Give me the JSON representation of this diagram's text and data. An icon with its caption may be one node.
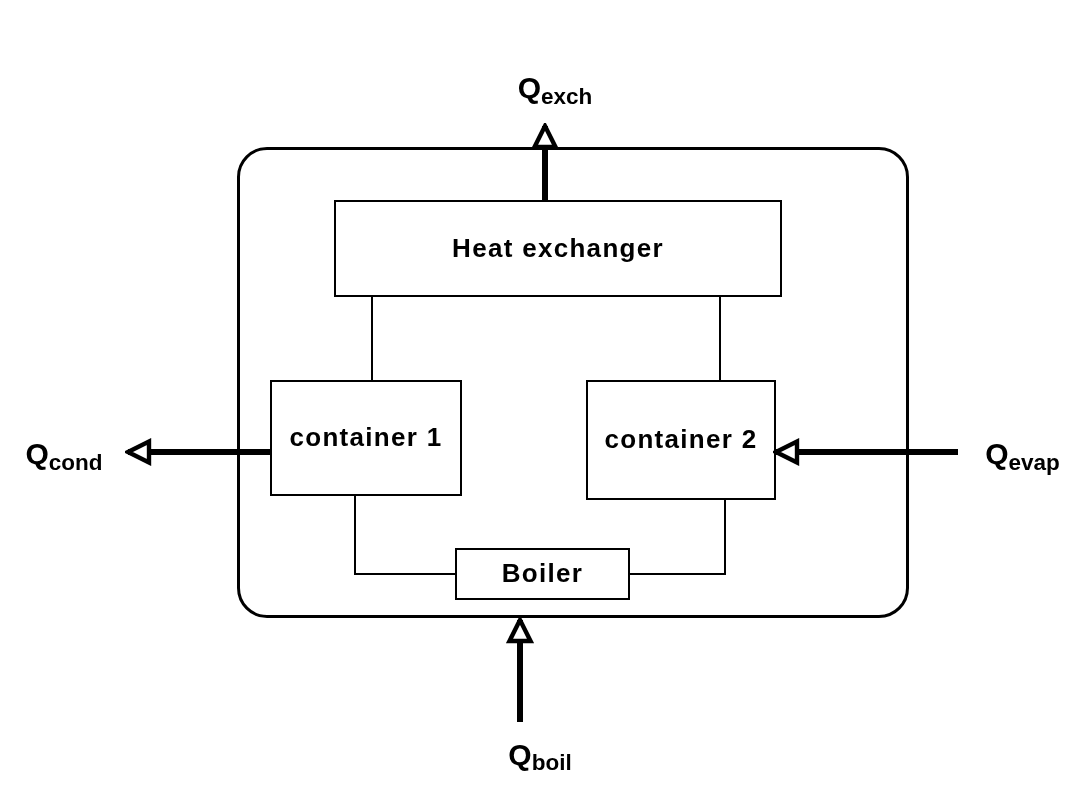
{
  "diagram": {
    "nodes": [
      {
        "text": [],
        "shape": "box"
      },
      {
        "text": [
          "Heat exchanger"
        ],
        "in": 0
      },
      {
        "text": [
          "container 1"
        ],
        "in": 0
      },
      {
        "text": [
          "container 2"
        ],
        "in": 0
      },
      {
        "text": [
          "Boiler"
        ],
        "in": 0
      },
      {
        "text": [
          "Q$_{exch}$"
        ]
      },
      {
        "text": [
          "Q$_{cond}$"
        ]
      },
      {
        "text": [
          "Q$_{evap}$"
        ]
      },
      {
        "text": [
          "Q$_{boil}$"
        ]
      }
    ],
    "edges": [
      {
        "from": 1,
        "to": 5,
        "arrow": "to",
        "style": "thick"
      },
      {
        "from": 2,
        "to": 6,
        "arrow": "to",
        "style": "thick"
      },
      {
        "from": 7,
        "to": 3,
        "arrow": "to",
        "style": "thick"
      },
      {
        "from": 8,
        "to": 0,
        "arrow": "to",
        "style": "thick"
      },
      {
        "from": 1,
        "to": 2,
        "arrow": "none"
      },
      {
        "from": 1,
        "to": 3,
        "arrow": "none"
      },
      {
        "from": 2,
        "to": 4,
        "arrow": "none"
      },
      {
        "from": 3,
        "to": 4,
        "arrow": "none"
      }
    ]
  }
}
